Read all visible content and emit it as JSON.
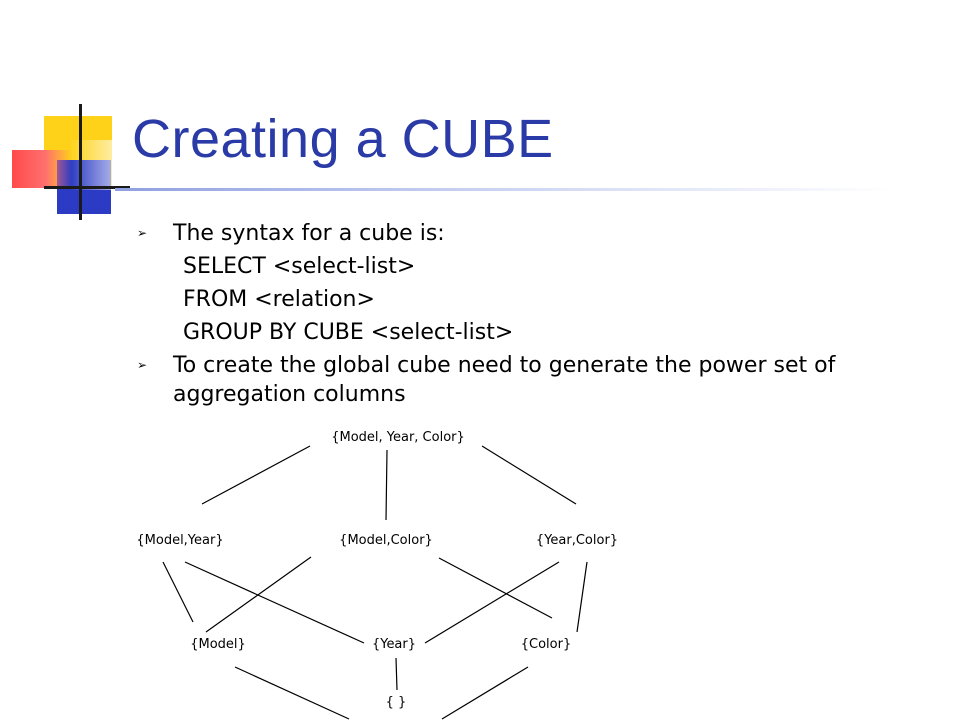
{
  "slide": {
    "title": "Creating a CUBE",
    "bullets": [
      {
        "text": "The syntax for a cube is:",
        "code": [
          "SELECT <select-list>",
          "FROM <relation>",
          "GROUP BY CUBE <select-list>"
        ]
      },
      {
        "text": "To create the global cube need to generate the power set of aggregation columns",
        "code": []
      }
    ],
    "bullet_glyph": "➢"
  },
  "lattice": {
    "nodes": [
      {
        "id": "top",
        "label": "{Model, Year, Color}"
      },
      {
        "id": "my",
        "label": "{Model,Year}"
      },
      {
        "id": "mc",
        "label": "{Model,Color}"
      },
      {
        "id": "yc",
        "label": "{Year,Color}"
      },
      {
        "id": "m",
        "label": "{Model}"
      },
      {
        "id": "y",
        "label": "{Year}"
      },
      {
        "id": "c",
        "label": "{Color}"
      },
      {
        "id": "empty",
        "label": "{ }"
      }
    ],
    "edges": [
      [
        "top",
        "my"
      ],
      [
        "top",
        "mc"
      ],
      [
        "top",
        "yc"
      ],
      [
        "my",
        "m"
      ],
      [
        "my",
        "y"
      ],
      [
        "mc",
        "m"
      ],
      [
        "mc",
        "c"
      ],
      [
        "yc",
        "y"
      ],
      [
        "yc",
        "c"
      ],
      [
        "m",
        "empty"
      ],
      [
        "y",
        "empty"
      ],
      [
        "c",
        "empty"
      ]
    ]
  }
}
